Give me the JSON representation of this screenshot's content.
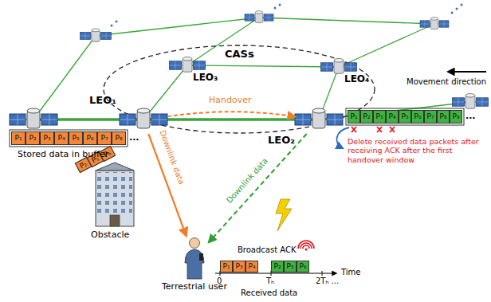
{
  "diagram": {
    "nodes": [
      {
        "text": [
          "LEO₃"
        ]
      },
      {
        "text": [
          "LEO₄"
        ]
      },
      {
        "text": [
          "LEO₁"
        ]
      },
      {
        "text": [
          "LEO₂"
        ]
      },
      {
        "text": [
          "P₁"
        ]
      },
      {
        "text": [
          "P₂"
        ]
      },
      {
        "text": [
          "P₃"
        ]
      },
      {
        "text": [
          "P₄"
        ]
      },
      {
        "text": [
          "P₅"
        ]
      },
      {
        "text": [
          "P₆"
        ]
      },
      {
        "text": [
          "P₇"
        ]
      },
      {
        "text": [
          "P₈"
        ]
      },
      {
        "text": [
          "P₁"
        ]
      },
      {
        "text": [
          "P₂"
        ]
      },
      {
        "text": [
          "P₃"
        ]
      },
      {
        "text": [
          "P₄"
        ]
      },
      {
        "text": [
          "P₅"
        ]
      },
      {
        "text": [
          "P₆"
        ]
      },
      {
        "text": [
          "P₇"
        ]
      },
      {
        "text": [
          "P₈"
        ]
      },
      {
        "text": [
          "P₉"
        ]
      },
      {
        "text": [
          "P₂"
        ]
      },
      {
        "text": [
          "P₅"
        ]
      },
      {
        "text": [
          "P₆"
        ]
      },
      {
        "text": [
          "Obstacle"
        ]
      },
      {
        "text": [
          "Terrestrial user"
        ]
      },
      {
        "text": [
          "P₁"
        ]
      },
      {
        "text": [
          "P₃"
        ]
      },
      {
        "text": [
          "P₄"
        ]
      },
      {
        "text": [
          "P₂"
        ]
      },
      {
        "text": [
          "P₅"
        ]
      },
      {
        "text": [
          "P₆"
        ]
      }
    ],
    "edges": [
      {
        "from": 2,
        "to": 3,
        "label": "Handover",
        "arrow": "to"
      },
      {
        "from": 2,
        "to": 25,
        "label": "Downlink data",
        "arrow": "to"
      },
      {
        "from": 3,
        "to": 25,
        "label": "Downlink data",
        "arrow": "to"
      }
    ],
    "labels": [
      "CASs",
      "...",
      "Stored data in buffer",
      "...",
      "Movement direction",
      "Delete received data packets after receiving ACK after the first handover window",
      "Broadcast ACK",
      "0",
      "Tₕ",
      "2Tₕ ...",
      "Time",
      "Received data"
    ]
  }
}
